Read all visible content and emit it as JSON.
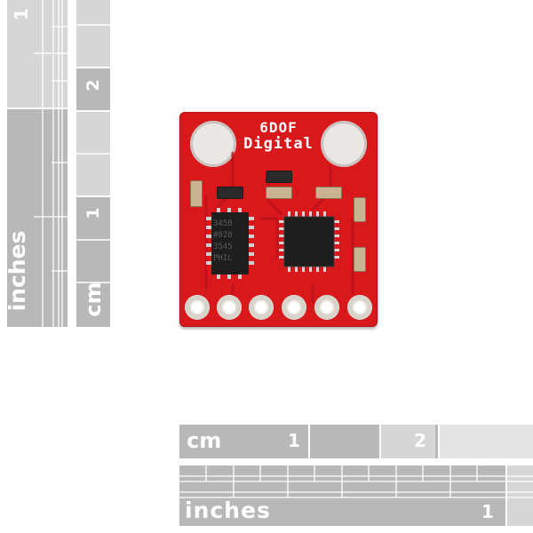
{
  "rulers": {
    "vertical": {
      "inch_unit": "inches",
      "cm_unit": "cm",
      "inch_labels": [
        "1"
      ],
      "cm_labels": [
        "2",
        "1"
      ]
    },
    "horizontal": {
      "cm_unit": "cm",
      "cm_labels": [
        "1",
        "2"
      ],
      "inch_unit": "inches",
      "inch_labels": [
        "1"
      ]
    }
  },
  "board": {
    "title_line1": "6DOF",
    "title_line2": "Digital",
    "pcb_color": "#d9181c",
    "chip_left_text": [
      "345B",
      "#028",
      "3545",
      "PHIL"
    ]
  },
  "colors": {
    "ruler_gray": "#b5b5b5",
    "ruler_light": "#d9d9d9",
    "pcb_red": "#d9181c",
    "chip_black": "#1e1e1e"
  }
}
